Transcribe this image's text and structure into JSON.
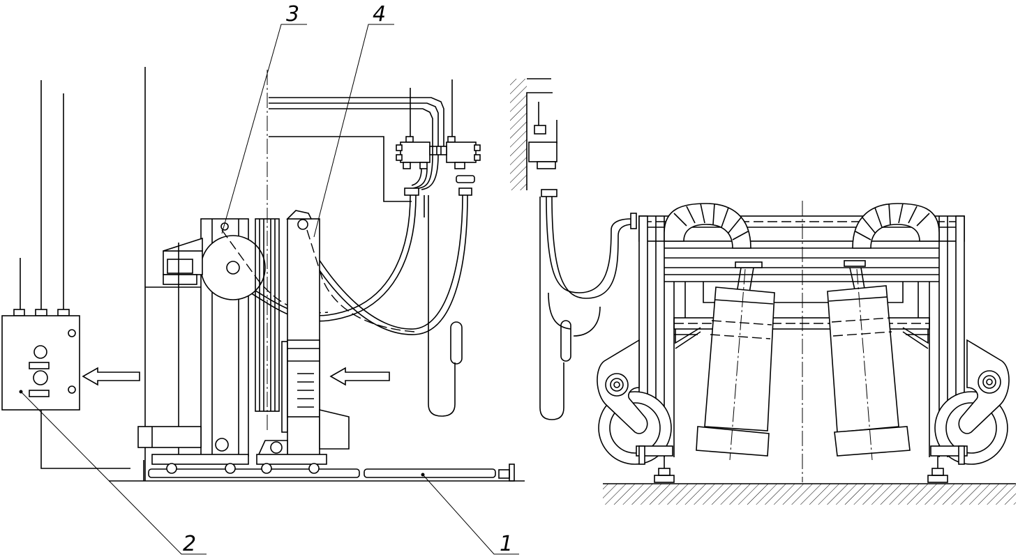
{
  "callouts": {
    "c1": "1",
    "c2": "2",
    "c3": "3",
    "c4": "4"
  },
  "colors": {
    "ink": "#000000",
    "paper": "#ffffff"
  }
}
